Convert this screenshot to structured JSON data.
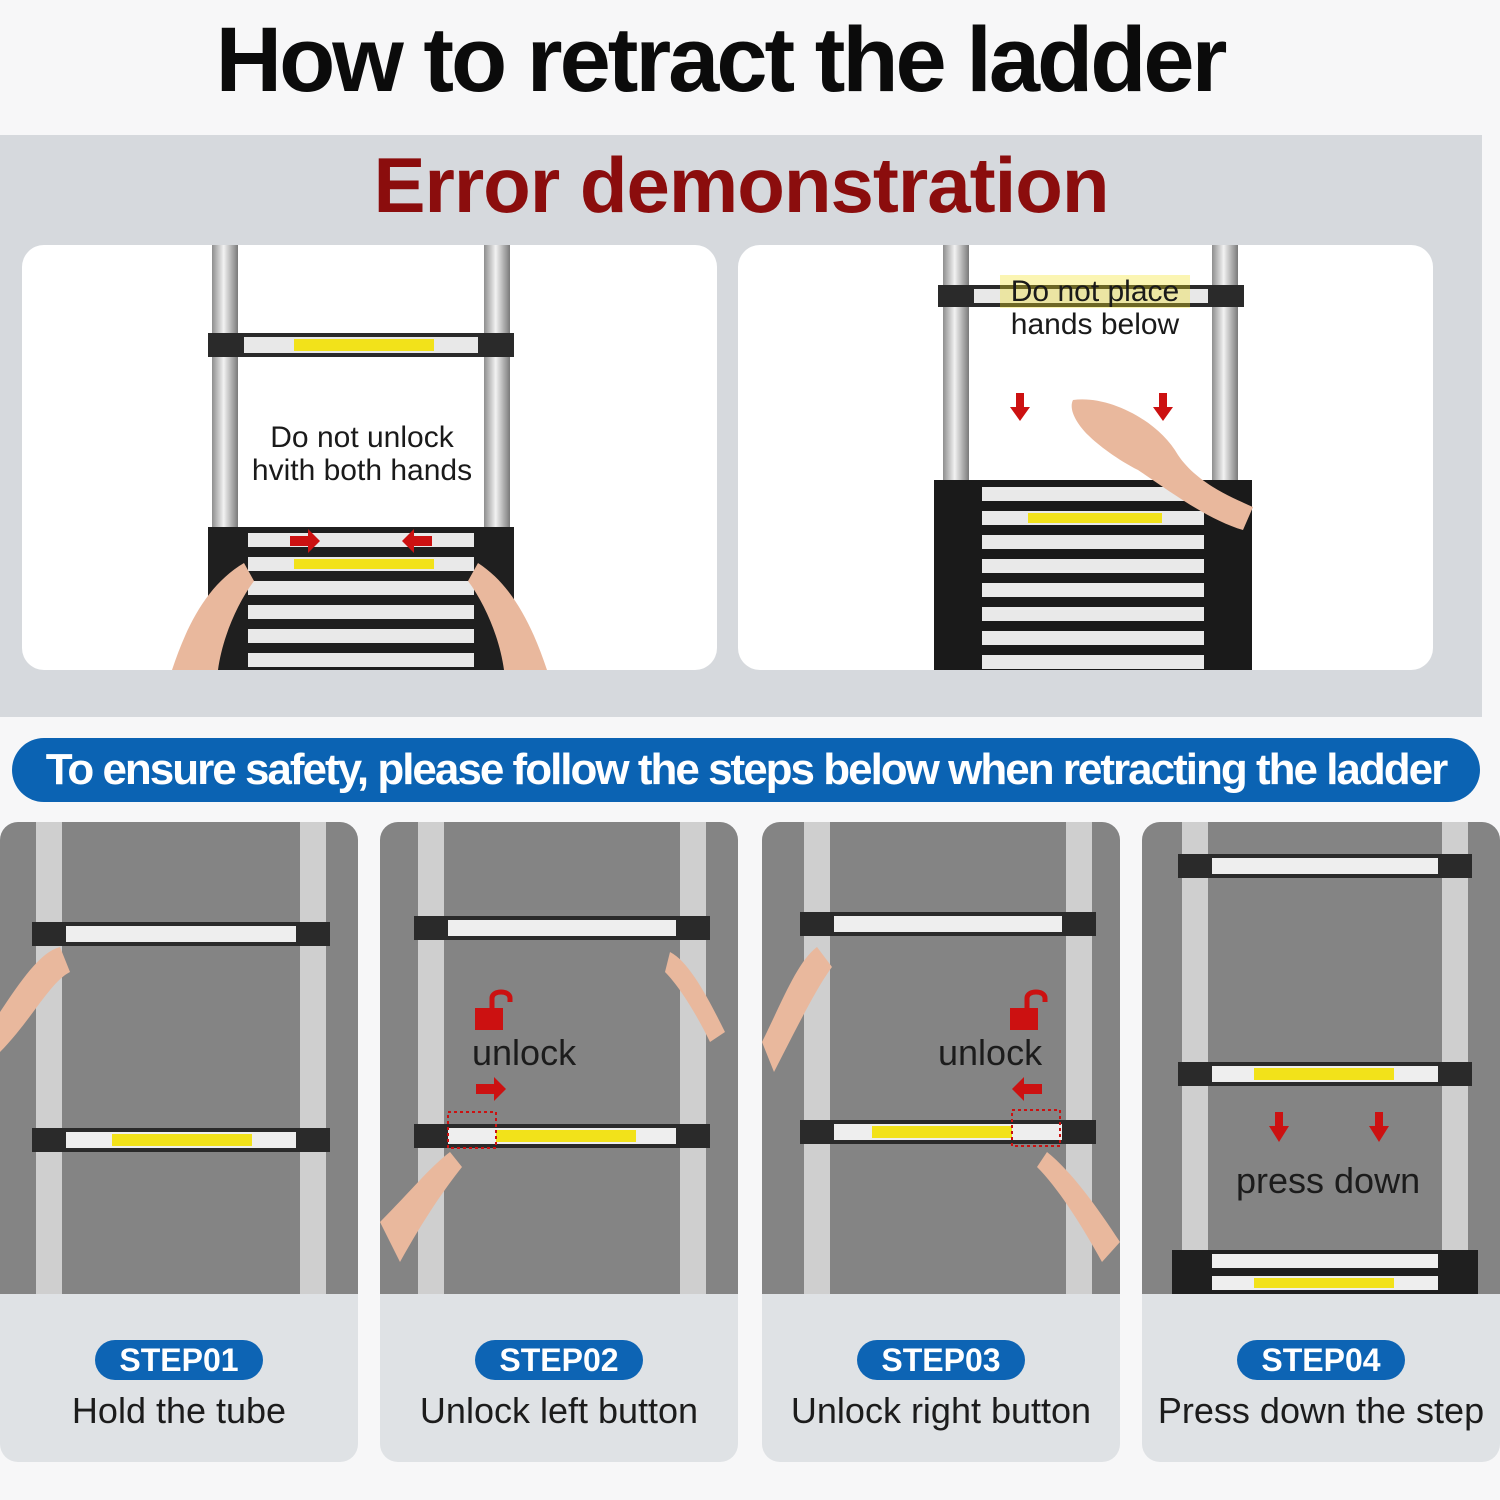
{
  "header": {
    "title": "How to retract the ladder"
  },
  "error_section": {
    "title": "Error demonstration",
    "cards": [
      {
        "caption_line1": "Do not unlock",
        "caption_line2": "hvith both hands"
      },
      {
        "caption_line1": "Do not place",
        "caption_line2": "hands below"
      }
    ]
  },
  "banner": {
    "text": "To ensure safety, please follow the steps below when retracting the ladder"
  },
  "steps": [
    {
      "badge": "STEP01",
      "description": "Hold the tube",
      "photo_label": ""
    },
    {
      "badge": "STEP02",
      "description": "Unlock left button",
      "photo_label": "unlock"
    },
    {
      "badge": "STEP03",
      "description": "Unlock right button",
      "photo_label": "unlock"
    },
    {
      "badge": "STEP04",
      "description": "Press down the step",
      "photo_label": "press down"
    }
  ],
  "icons": {
    "arrow_color": "#cc1111",
    "arrows": [
      "arrow-right-icon",
      "arrow-left-icon",
      "arrow-down-icon",
      "lock-open-icon"
    ]
  },
  "colors": {
    "accent_blue": "#0b63b3",
    "error_red": "#8b0d0d",
    "warning_label_yellow": "#f2e21a"
  }
}
